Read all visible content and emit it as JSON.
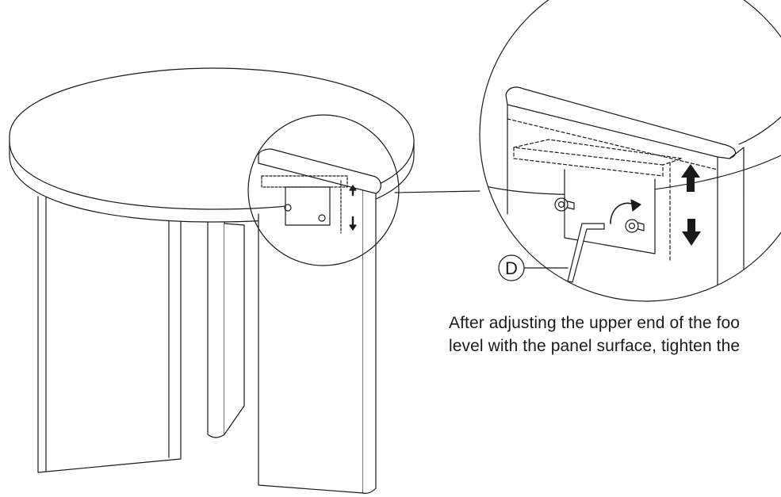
{
  "callout": {
    "part_letter": "D"
  },
  "instruction": {
    "line1": "After adjusting the upper end of the foo",
    "line2": "level with the panel surface, tighten the"
  },
  "colors": {
    "stroke": "#1a1a1a",
    "background": "#ffffff"
  }
}
